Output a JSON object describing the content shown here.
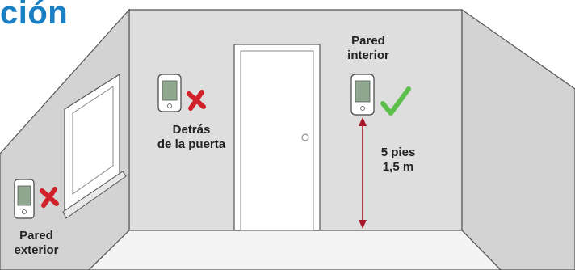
{
  "title": "ción",
  "locations": {
    "exterior_wall": {
      "line1": "Pared",
      "line2": "exterior"
    },
    "behind_door": {
      "line1": "Detrás",
      "line2": "de la puerta"
    },
    "interior_wall": {
      "line1": "Pared",
      "line2": "interior"
    }
  },
  "measurement": {
    "feet": "5 pies",
    "meters": "1,5 m"
  },
  "colors": {
    "title": "#1b7fc4",
    "wrong": "#d0202a",
    "correct": "#5cbf4a",
    "arrow": "#a8182a",
    "wall_back": "#dedede",
    "wall_side": "#d2d2d2",
    "floor": "#f4f4f4"
  },
  "icons": {
    "wrong": "x-mark-icon",
    "correct": "check-mark-icon",
    "device": "thermostat-icon"
  }
}
